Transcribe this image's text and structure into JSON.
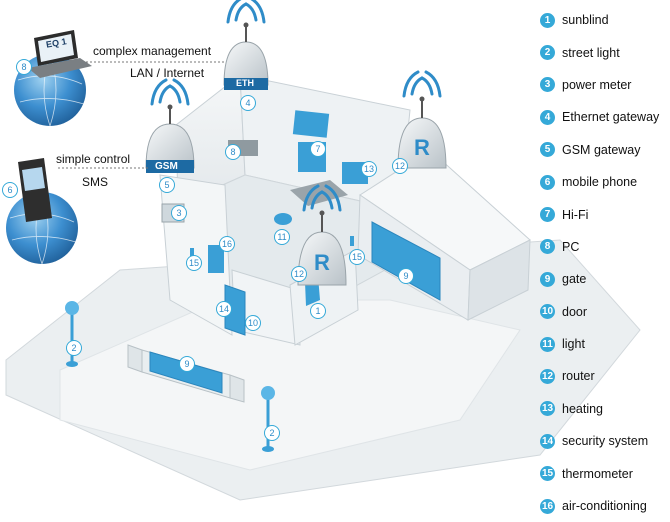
{
  "legend": [
    {
      "num": "1",
      "label": "sunblind"
    },
    {
      "num": "2",
      "label": "street light"
    },
    {
      "num": "3",
      "label": "power meter"
    },
    {
      "num": "4",
      "label": "Ethernet gateway"
    },
    {
      "num": "5",
      "label": "GSM gateway"
    },
    {
      "num": "6",
      "label": "mobile phone"
    },
    {
      "num": "7",
      "label": "Hi-Fi"
    },
    {
      "num": "8",
      "label": "PC"
    },
    {
      "num": "9",
      "label": "gate"
    },
    {
      "num": "10",
      "label": "door"
    },
    {
      "num": "11",
      "label": "light"
    },
    {
      "num": "12",
      "label": "router"
    },
    {
      "num": "13",
      "label": "heating"
    },
    {
      "num": "14",
      "label": "security system"
    },
    {
      "num": "15",
      "label": "thermometer"
    },
    {
      "num": "16",
      "label": "air-conditioning"
    }
  ],
  "annotations": {
    "complex_management": "complex management",
    "lan_internet": "LAN / Internet",
    "simple_control": "simple control",
    "sms": "SMS"
  },
  "device_labels": {
    "eth": "ETH",
    "gsm": "GSM",
    "router_letter": "R",
    "laptop_screen": "EQ 1"
  },
  "markers": [
    "1",
    "2",
    "2",
    "3",
    "4",
    "5",
    "6",
    "7",
    "8",
    "9",
    "9",
    "10",
    "11",
    "12",
    "12",
    "13",
    "14",
    "15",
    "15",
    "16"
  ],
  "colors": {
    "accent": "#35a9d8",
    "device_blue": "#3a9fd6",
    "wall": "#f2f5f7",
    "floor": "#e6ebee",
    "globe": "#2b77b8"
  }
}
